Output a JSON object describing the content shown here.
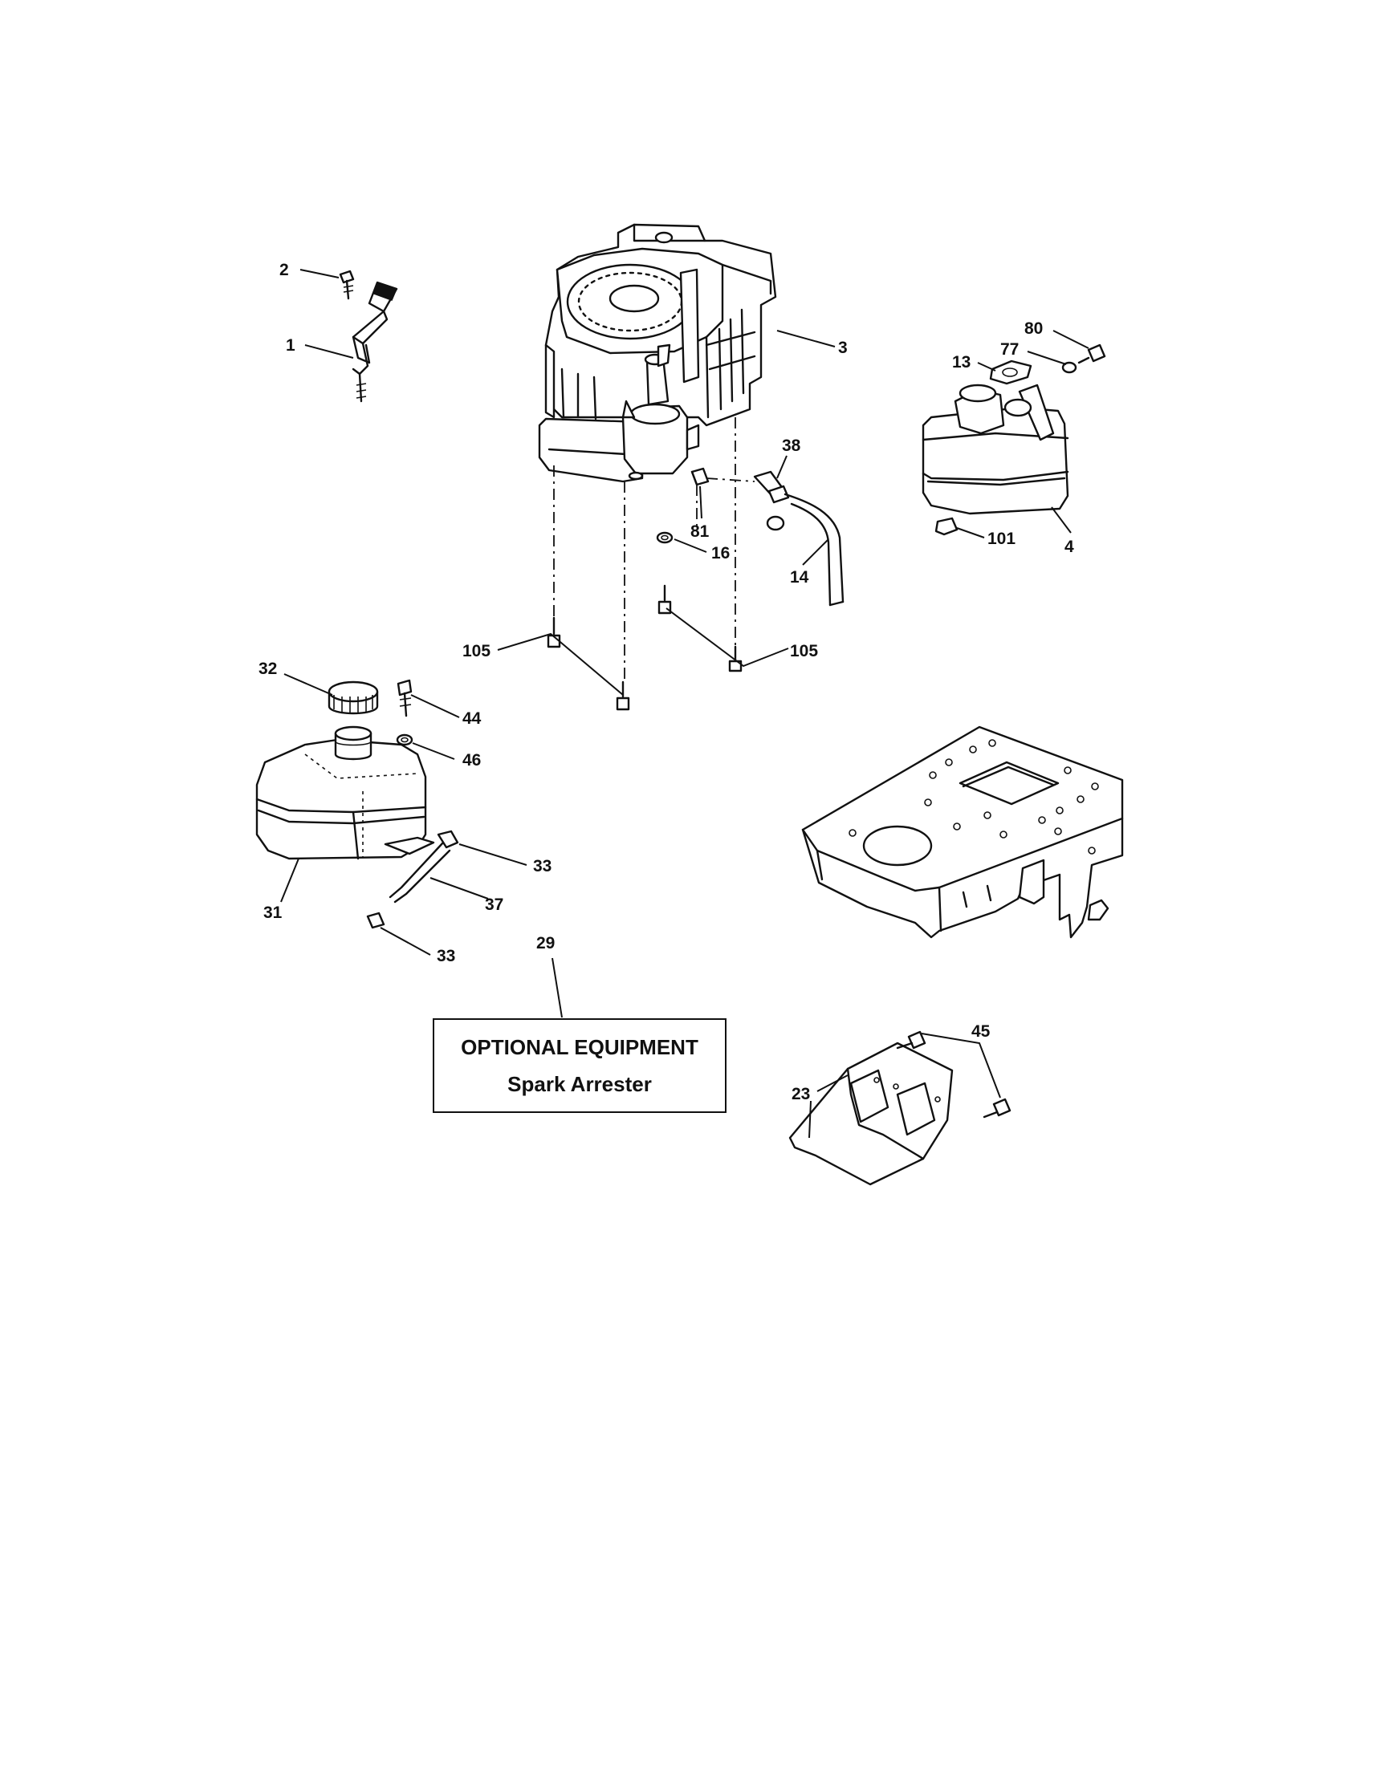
{
  "diagram": {
    "callouts": [
      {
        "id": "c-2",
        "text": "2"
      },
      {
        "id": "c-1",
        "text": "1"
      },
      {
        "id": "c-3",
        "text": "3"
      },
      {
        "id": "c-80",
        "text": "80"
      },
      {
        "id": "c-77",
        "text": "77"
      },
      {
        "id": "c-13",
        "text": "13"
      },
      {
        "id": "c-38",
        "text": "38"
      },
      {
        "id": "c-81",
        "text": "81"
      },
      {
        "id": "c-16",
        "text": "16"
      },
      {
        "id": "c-14",
        "text": "14"
      },
      {
        "id": "c-101",
        "text": "101"
      },
      {
        "id": "c-4",
        "text": "4"
      },
      {
        "id": "c-105a",
        "text": "105"
      },
      {
        "id": "c-105b",
        "text": "105"
      },
      {
        "id": "c-32",
        "text": "32"
      },
      {
        "id": "c-44",
        "text": "44"
      },
      {
        "id": "c-46",
        "text": "46"
      },
      {
        "id": "c-33a",
        "text": "33"
      },
      {
        "id": "c-37",
        "text": "37"
      },
      {
        "id": "c-31",
        "text": "31"
      },
      {
        "id": "c-33b",
        "text": "33"
      },
      {
        "id": "c-29",
        "text": "29"
      },
      {
        "id": "c-45",
        "text": "45"
      },
      {
        "id": "c-23",
        "text": "23"
      }
    ],
    "optional_box": {
      "title": "OPTIONAL EQUIPMENT",
      "subtitle": "Spark Arrester"
    }
  }
}
